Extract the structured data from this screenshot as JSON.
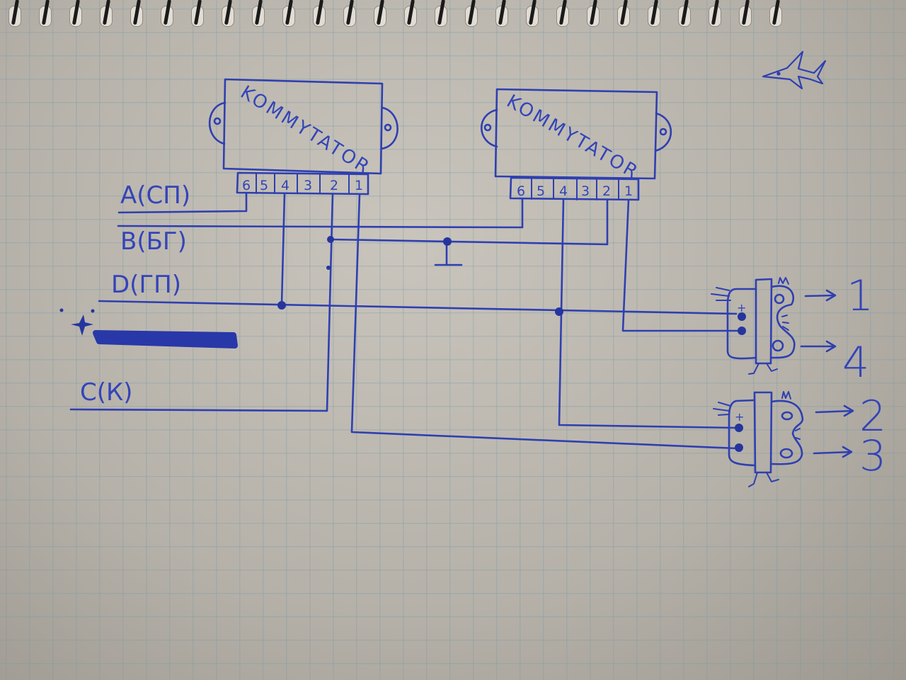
{
  "paper": {
    "type": "graph-paper-notebook",
    "ink_color": "#2f3fb0",
    "paper_color": "#b7b3ab"
  },
  "commutators": [
    {
      "id": "left",
      "title": "KOMMYTATOR",
      "pins": [
        "6",
        "5",
        "4",
        "3",
        "2",
        "1"
      ]
    },
    {
      "id": "right",
      "title": "KOMMYTATOR",
      "pins": [
        "6",
        "5",
        "4",
        "3",
        "2",
        "1"
      ]
    }
  ],
  "lines": [
    {
      "id": "A",
      "label": "A(СП)"
    },
    {
      "id": "B",
      "label": "B(БГ)"
    },
    {
      "id": "D",
      "label": "D(ГП)"
    },
    {
      "id": "C",
      "label": "C(К)"
    }
  ],
  "ground_symbol": "ground-icon",
  "devices": [
    {
      "id": "top",
      "plus_label": "+",
      "outputs": [
        "1",
        "4"
      ]
    },
    {
      "id": "bottom",
      "plus_label": "+",
      "outputs": [
        "2",
        "3"
      ]
    }
  ],
  "doodles": [
    "shark-doodle",
    "scribbled-out-line",
    "star-sparkle"
  ]
}
